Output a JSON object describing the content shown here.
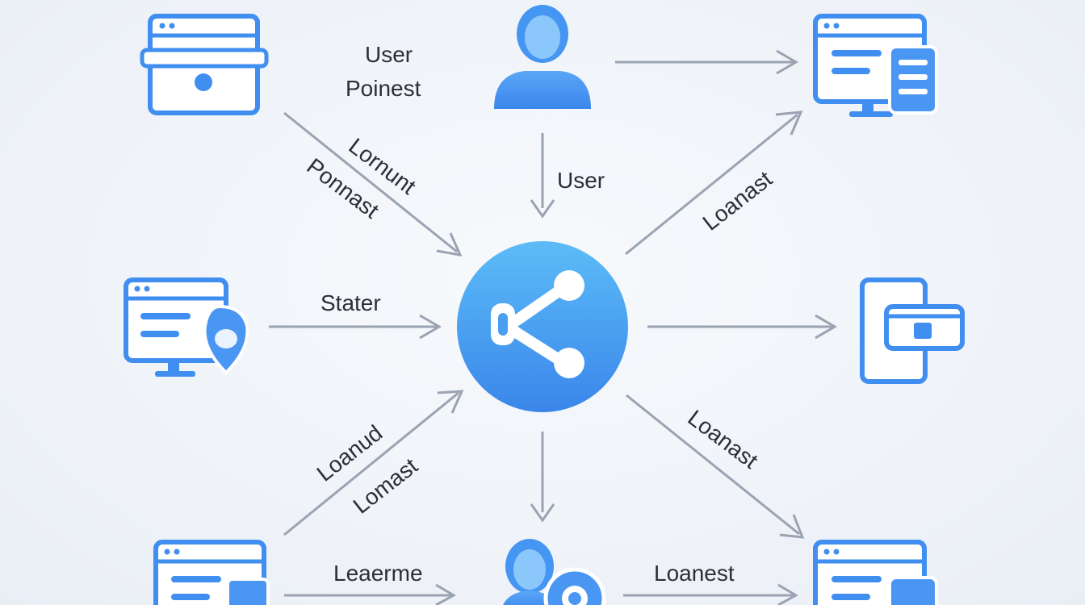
{
  "labels": {
    "top_user_1": "User",
    "top_user_2": "Poinest",
    "diag_tl_1": "Lornunt",
    "diag_tl_2": "Ponnast",
    "center_top": "User",
    "diag_tr": "Loanast",
    "left_mid": "Stater",
    "diag_bl_1": "Loanud",
    "diag_bl_2": "Lomast",
    "diag_br": "Loanast",
    "bottom_left": "Leaerme",
    "bottom_right": "Loanest"
  },
  "colors": {
    "icon_blue": "#3f8ef0",
    "icon_light": "#e9f2ff",
    "hub_top": "#5cbcf7",
    "hub_bottom": "#3a86ea",
    "arrow": "#9aa3b2",
    "text": "#2b2f36"
  },
  "icons": {
    "top_left": "browser-window-icon",
    "top_center": "user-avatar-icon",
    "top_right": "desktop-monitor-icon",
    "mid_left": "monitor-with-shield-icon",
    "center": "share-hub-icon",
    "mid_right": "tablet-card-icon",
    "bottom_left": "browser-window-icon",
    "bottom_center": "user-avatar-icon",
    "bottom_right": "desktop-monitor-icon"
  }
}
